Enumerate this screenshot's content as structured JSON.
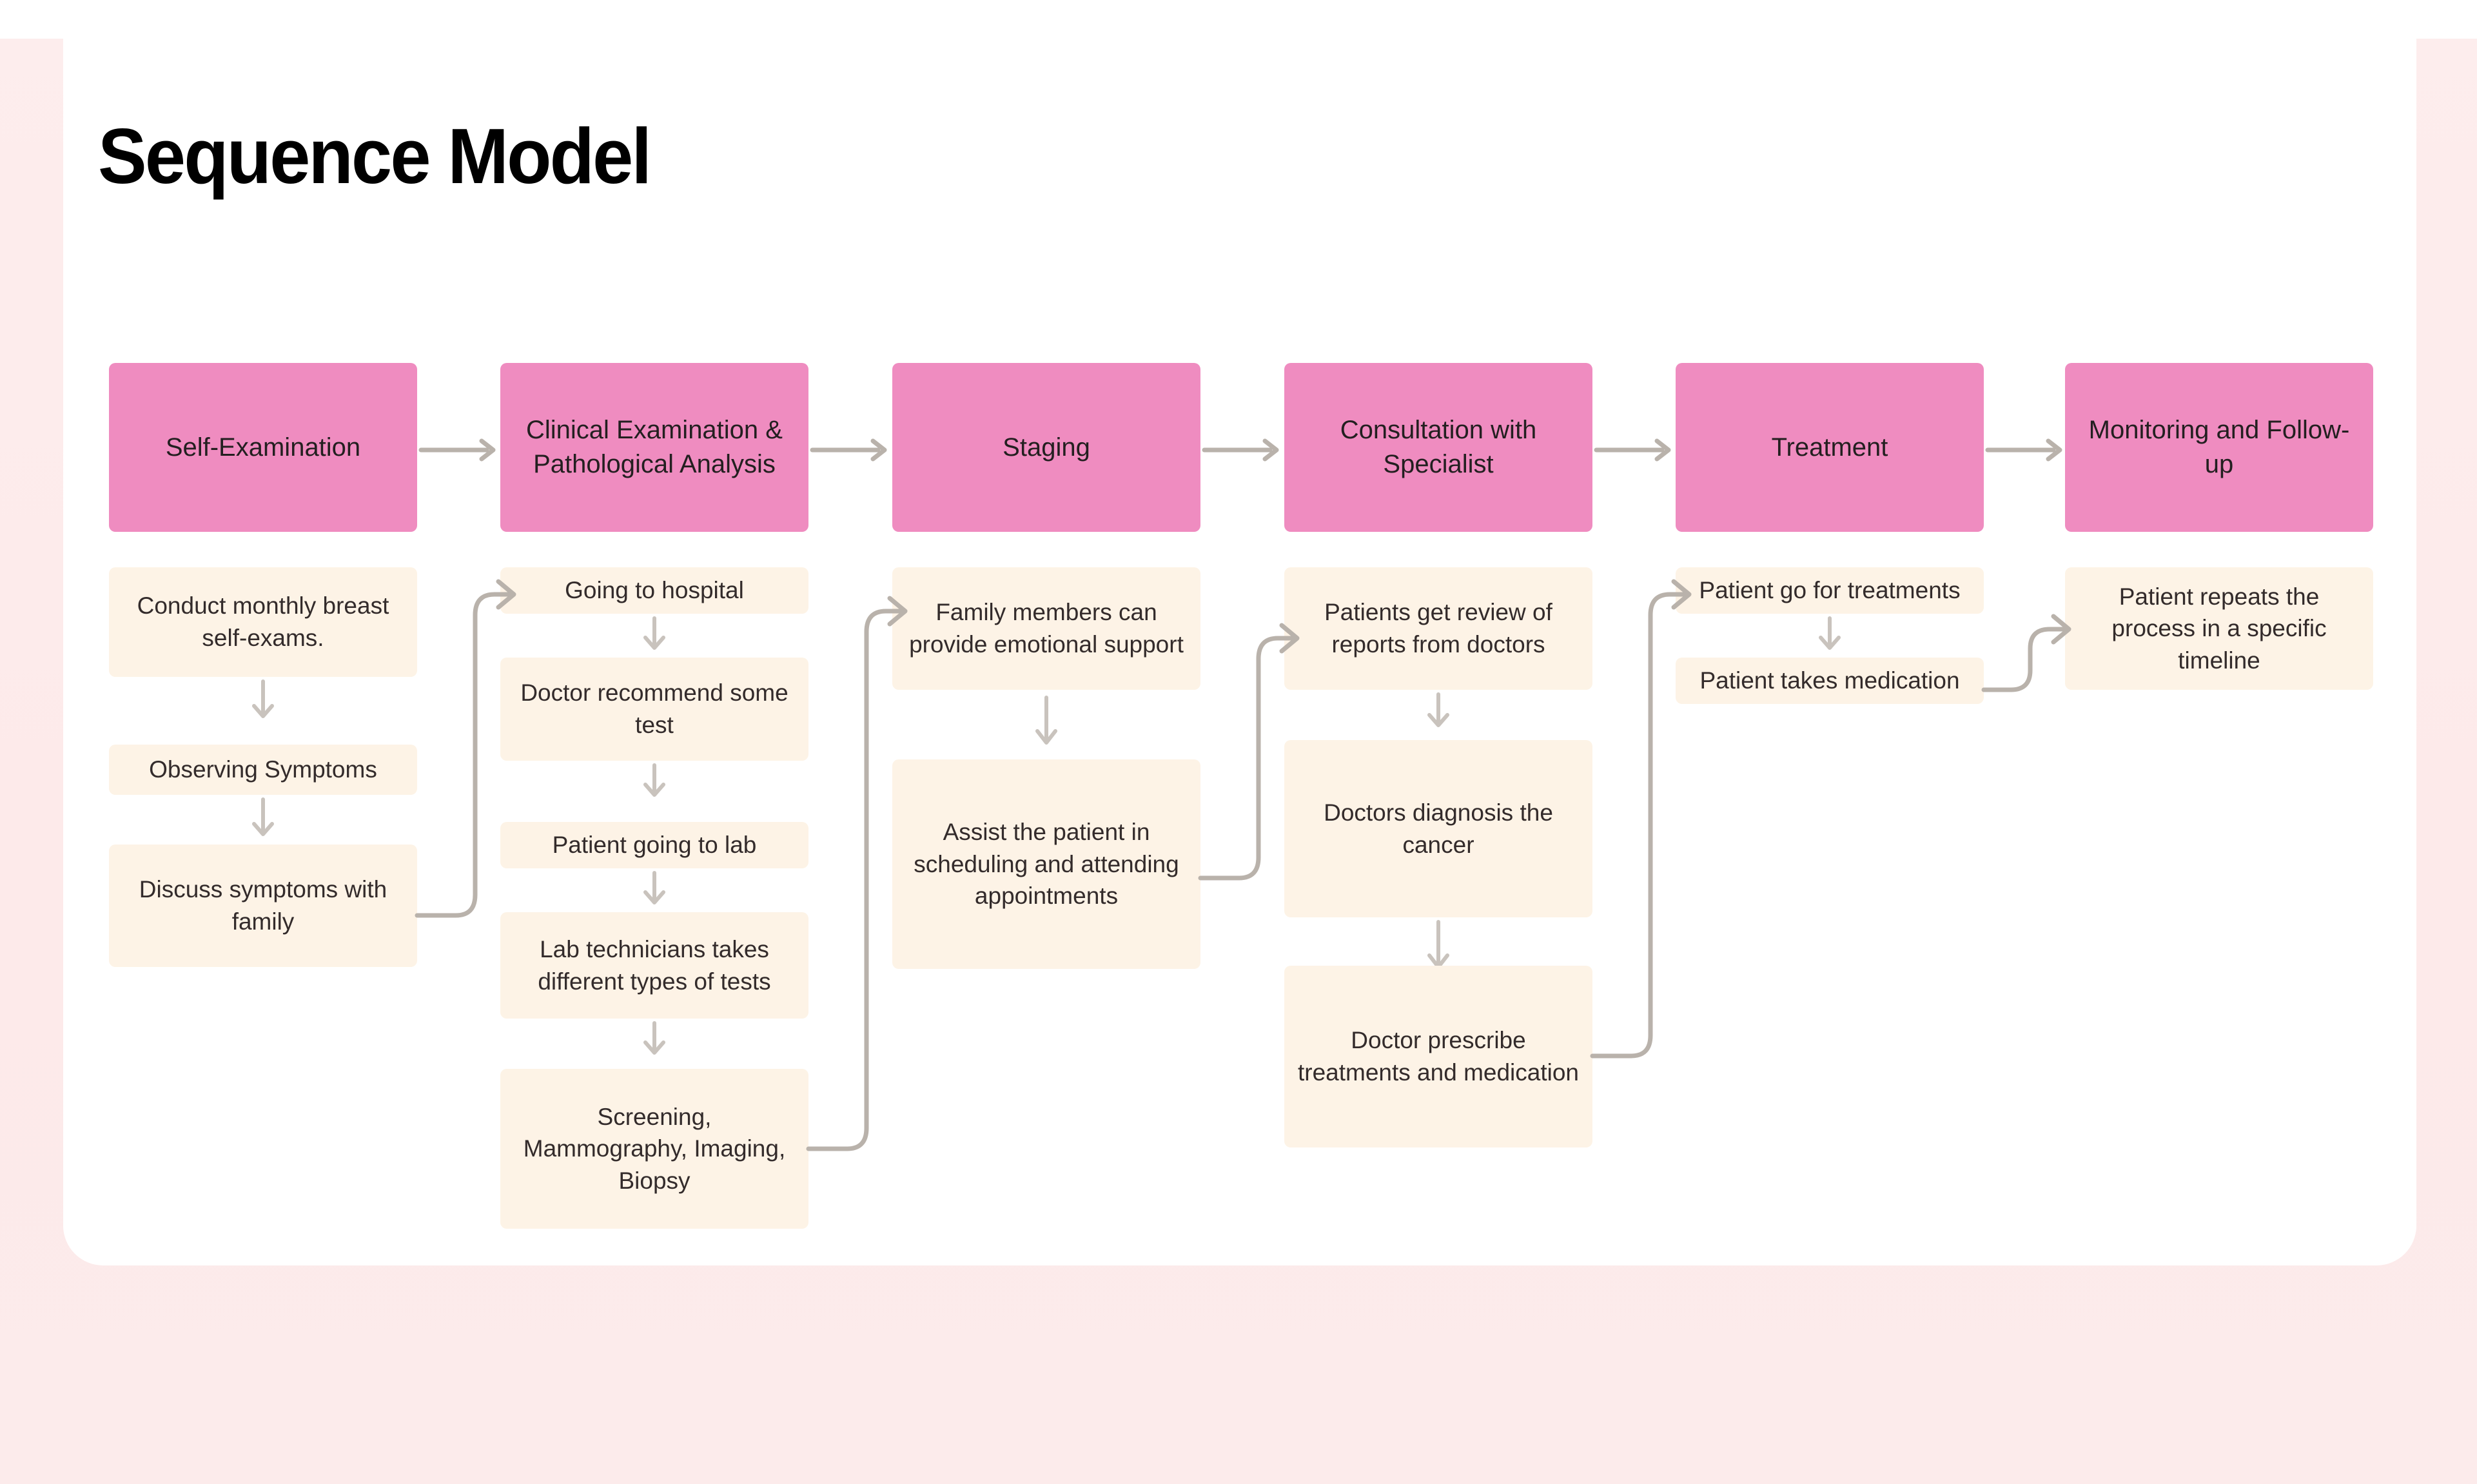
{
  "page": {
    "title": "Sequence Model",
    "background_color": "#fdecec",
    "card_color": "#ffffff"
  },
  "theme": {
    "header_box_color": "#ef8cc0",
    "node_box_color": "#fdf3e6",
    "connector_color": "#b9b2ab",
    "text_color": "#332b2b"
  },
  "diagram": {
    "type": "sequence-flow",
    "columns": [
      {
        "id": "self-examination",
        "header": "Self-Examination",
        "nodes": [
          "Conduct monthly breast self-exams.",
          "Observing Symptoms",
          "Discuss symptoms with family"
        ]
      },
      {
        "id": "clinical-examination",
        "header": "Clinical Examination & Pathological Analysis",
        "nodes": [
          "Going to hospital",
          "Doctor recommend some test",
          "Patient going to lab",
          "Lab technicians takes different types of tests",
          "Screening, Mammography, Imaging, Biopsy"
        ]
      },
      {
        "id": "staging",
        "header": "Staging",
        "nodes": [
          "Family members can provide emotional support",
          "Assist the patient in scheduling and attending appointments"
        ]
      },
      {
        "id": "consultation-with-specialist",
        "header": "Consultation with Specialist",
        "nodes": [
          "Patients get review of reports from doctors",
          "Doctors diagnosis the cancer",
          "Doctor prescribe treatments and medication"
        ]
      },
      {
        "id": "treatment",
        "header": "Treatment",
        "nodes": [
          "Patient go for treatments",
          "Patient takes medication"
        ]
      },
      {
        "id": "monitoring-and-follow-up",
        "header": "Monitoring and Follow-up",
        "nodes": [
          "Patient repeats the process in a specific timeline"
        ]
      }
    ],
    "header_connectors": 5,
    "column_connectors": 5
  }
}
